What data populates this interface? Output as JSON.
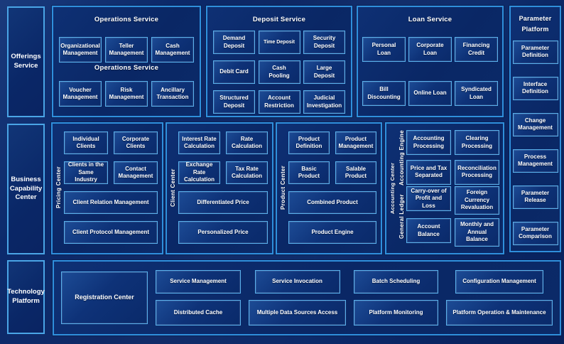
{
  "palette": {
    "page_bg": "#0a2462",
    "panel_border": "#2f8fdc",
    "box_border": "#58b0ec",
    "box_fill_light": "#1c4b95",
    "box_fill_dark": "#0a2a6a",
    "text": "#ffffff"
  },
  "left_rail": {
    "offerings": "Offerings Service",
    "capability": "Business Capability Center",
    "technology": "Technology Platform"
  },
  "operations": {
    "title": "Operations Service",
    "subtitle": "Operations Service",
    "row1": [
      "Organizational Management",
      "Teller Management",
      "Cash Management"
    ],
    "row2": [
      "Voucher Management",
      "Risk Management",
      "Ancillary Transaction"
    ]
  },
  "deposit": {
    "title": "Deposit Service",
    "row1": [
      "Demand Deposit",
      "Time Deposit",
      "Security Deposit"
    ],
    "row2": [
      "Debit Card",
      "Cash Pooling",
      "Large Deposit"
    ],
    "row3": [
      "Structured Deposit",
      "Account Restriction",
      "Judicial Investigation"
    ]
  },
  "loan": {
    "title": "Loan Service",
    "row1": [
      "Personal Loan",
      "Corporate Loan",
      "Financing Credit"
    ],
    "row2": [
      "Bill Discounting",
      "Online Loan",
      "Syndicated Loan"
    ]
  },
  "parameter": {
    "title": "Parameter Platform",
    "items": [
      "Parameter Definition",
      "Interface Definition",
      "Change Management",
      "Process Management",
      "Parameter Release",
      "Parameter Comparison"
    ]
  },
  "pricing_center": {
    "label": "Pricing Center",
    "row1": [
      "Individual Clients",
      "Corporate Clients"
    ],
    "row2": [
      "Clients in the Same Industry",
      "Contact Management"
    ],
    "wide1": "Client Relation Management",
    "wide2": "Client Protocol Management"
  },
  "client_center": {
    "label": "Client Center",
    "row1": [
      "Interest Rate Calculation",
      "Rate Calculation"
    ],
    "row2": [
      "Exchange Rate Calculation",
      "Tax Rate Calculation"
    ],
    "wide1": "Differentiated Price",
    "wide2": "Personalized Price"
  },
  "product_center": {
    "label": "Product Center",
    "row1": [
      "Product Definition",
      "Product Management"
    ],
    "row2": [
      "Basic Product",
      "Salable Product"
    ],
    "wide1": "Combined Product",
    "wide2": "Product Engine"
  },
  "accounting_center": {
    "label": "Accounting Center",
    "engine": {
      "label": "Accounting Engine",
      "row1": [
        "Accounting Processing",
        "Clearing Processing"
      ],
      "row2": [
        "Price and Tax Separated",
        "Reconciliation Processing"
      ]
    },
    "ledger": {
      "label": "General Ledger",
      "row1": [
        "Carry-over of Profit and Loss",
        "Foreign Currency Revaluation"
      ],
      "row2": [
        "Account Balance",
        "Monthly and Annual Balance"
      ]
    }
  },
  "technology": {
    "registration": "Registration Center",
    "col1": [
      "Service Management",
      "Distributed Cache"
    ],
    "col2": [
      "Service Invocation",
      "Multiple Data Sources Access"
    ],
    "col3": [
      "Batch Scheduling",
      "Platform Monitoring"
    ],
    "col4": [
      "Configuration Management",
      "Platform Operation & Maintenance"
    ]
  }
}
